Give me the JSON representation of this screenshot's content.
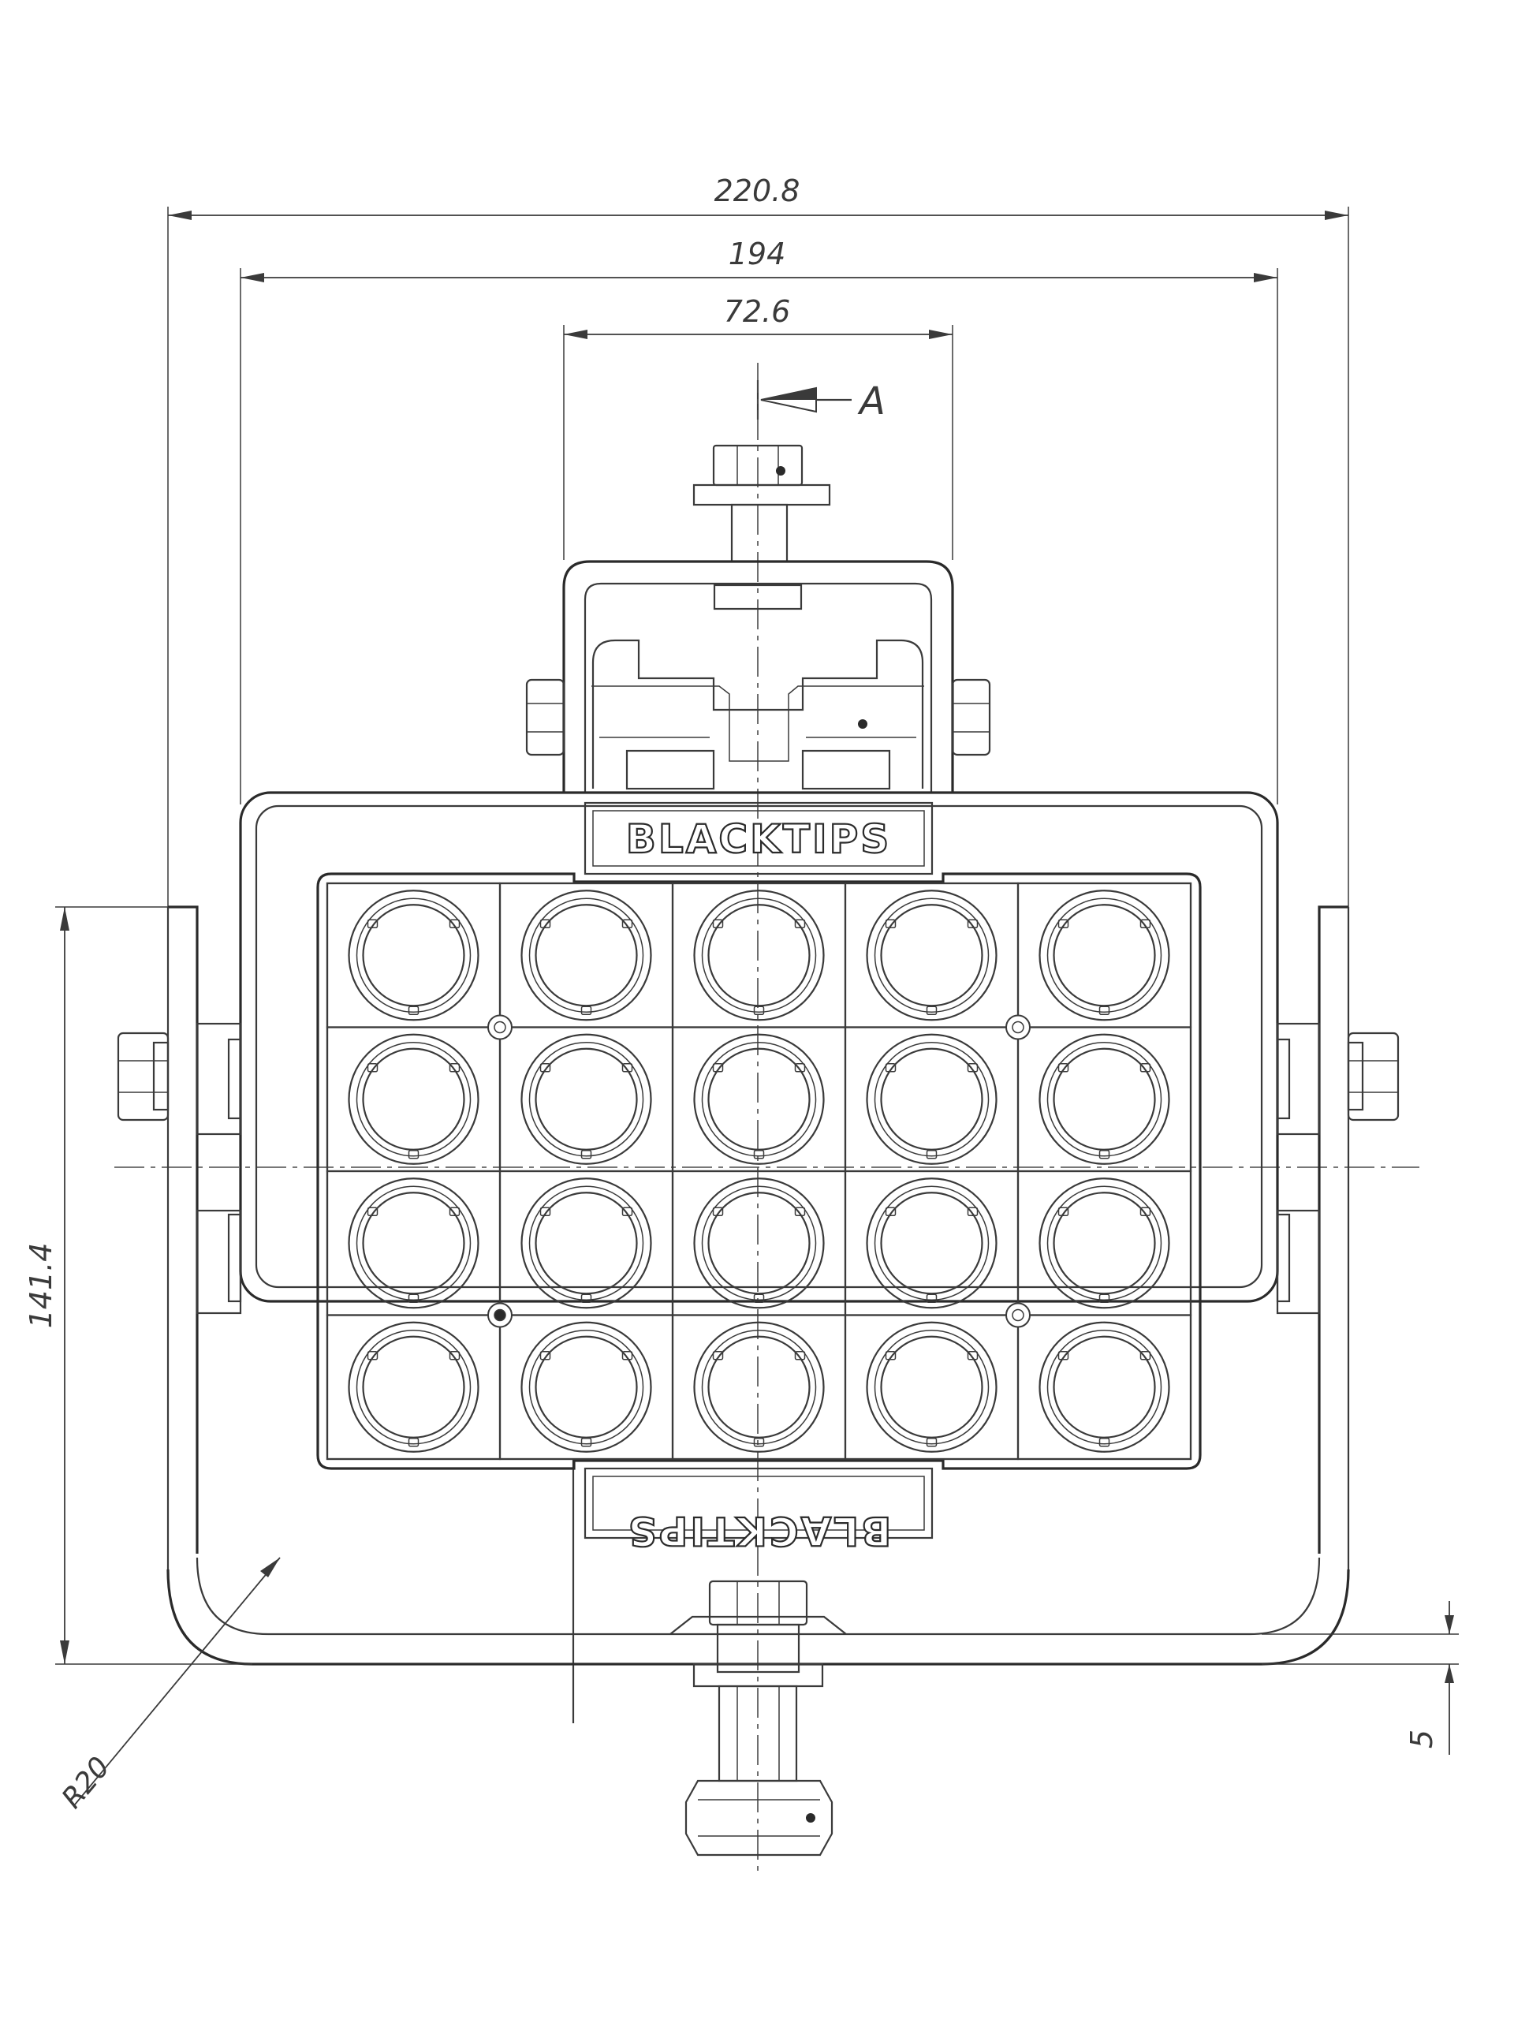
{
  "dimensions": {
    "overall_width": "220.8",
    "housing_width": "194",
    "bracket_width": "72.6",
    "section_marker": "A",
    "height": "141.4",
    "radius": "R20",
    "offset": "5"
  },
  "branding": {
    "top": "BLACKTIPS",
    "bottom": "BLACKTIPS"
  },
  "led_grid": {
    "rows": 4,
    "cols": 5
  }
}
